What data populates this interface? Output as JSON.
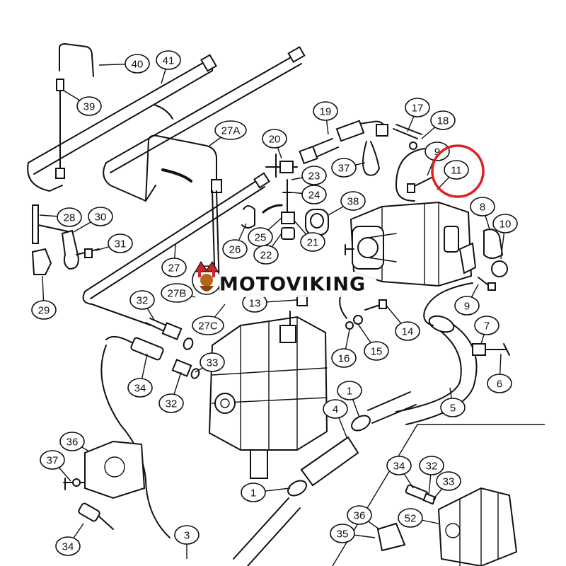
{
  "diagram": {
    "callouts": [
      {
        "id": "c40",
        "label": "40"
      },
      {
        "id": "c41",
        "label": "41"
      },
      {
        "id": "c39",
        "label": "39"
      },
      {
        "id": "c27a",
        "label": "27A"
      },
      {
        "id": "c19",
        "label": "19"
      },
      {
        "id": "c17",
        "label": "17"
      },
      {
        "id": "c18",
        "label": "18"
      },
      {
        "id": "c20",
        "label": "20"
      },
      {
        "id": "c9a",
        "label": "9"
      },
      {
        "id": "c11",
        "label": "11"
      },
      {
        "id": "c23",
        "label": "23"
      },
      {
        "id": "c24",
        "label": "24"
      },
      {
        "id": "c37a",
        "label": "37"
      },
      {
        "id": "c38",
        "label": "38"
      },
      {
        "id": "c28",
        "label": "28"
      },
      {
        "id": "c30",
        "label": "30"
      },
      {
        "id": "c31",
        "label": "31"
      },
      {
        "id": "c8",
        "label": "8"
      },
      {
        "id": "c10",
        "label": "10"
      },
      {
        "id": "c25",
        "label": "25"
      },
      {
        "id": "c21",
        "label": "21"
      },
      {
        "id": "c26",
        "label": "26"
      },
      {
        "id": "c22",
        "label": "22"
      },
      {
        "id": "c27",
        "label": "27"
      },
      {
        "id": "c29",
        "label": "29"
      },
      {
        "id": "c9b",
        "label": "9"
      },
      {
        "id": "c32a",
        "label": "32"
      },
      {
        "id": "c27b",
        "label": "27B"
      },
      {
        "id": "c13",
        "label": "13"
      },
      {
        "id": "c27c",
        "label": "27C"
      },
      {
        "id": "c14",
        "label": "14"
      },
      {
        "id": "c7",
        "label": "7"
      },
      {
        "id": "c16",
        "label": "16"
      },
      {
        "id": "c15",
        "label": "15"
      },
      {
        "id": "c33a",
        "label": "33"
      },
      {
        "id": "c6",
        "label": "6"
      },
      {
        "id": "c34a",
        "label": "34"
      },
      {
        "id": "c1a",
        "label": "1"
      },
      {
        "id": "c32b",
        "label": "32"
      },
      {
        "id": "c5",
        "label": "5"
      },
      {
        "id": "c4",
        "label": "4"
      },
      {
        "id": "c36a",
        "label": "36"
      },
      {
        "id": "c37b",
        "label": "37"
      },
      {
        "id": "c34b",
        "label": "34"
      },
      {
        "id": "c32c",
        "label": "32"
      },
      {
        "id": "c33b",
        "label": "33"
      },
      {
        "id": "c1b",
        "label": "1"
      },
      {
        "id": "c36b",
        "label": "36"
      },
      {
        "id": "c52",
        "label": "52"
      },
      {
        "id": "c3",
        "label": "3"
      },
      {
        "id": "c35",
        "label": "35"
      },
      {
        "id": "c34c",
        "label": "34"
      }
    ],
    "highlight_color": "#e02020",
    "line_color": "#111111"
  },
  "watermark": {
    "text": "MOTOVIKING",
    "logo_icon": "viking-mascot-icon"
  }
}
